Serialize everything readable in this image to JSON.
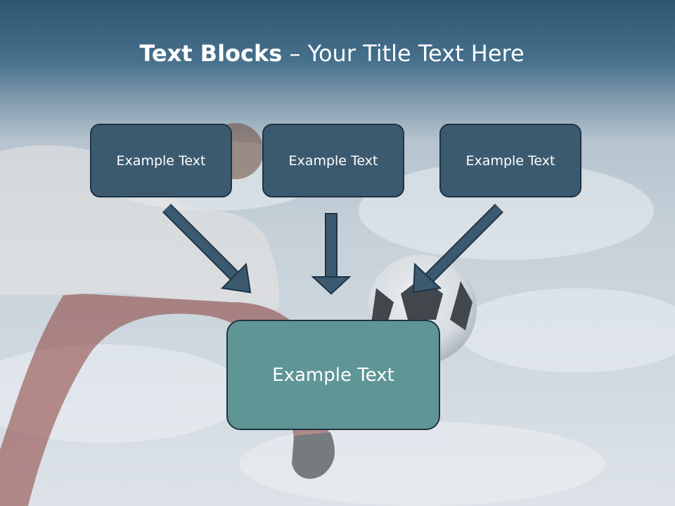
{
  "slide": {
    "title_bold": "Text Blocks",
    "title_dash": " – ",
    "title_rest": "Your Title Text Here",
    "boxes": [
      {
        "label": "Example Text"
      },
      {
        "label": "Example Text"
      },
      {
        "label": "Example Text"
      }
    ],
    "main_box": {
      "label": "Example Text"
    }
  },
  "colors": {
    "header": "#3f6580",
    "box_fill": "#3c5a6f",
    "box_border": "#1f3345",
    "main_box_fill": "#5f9595",
    "arrow_fill": "#3c5a6f",
    "text": "#ffffff"
  },
  "background": {
    "image": "soccer player kicking ball against cloudy sky"
  }
}
